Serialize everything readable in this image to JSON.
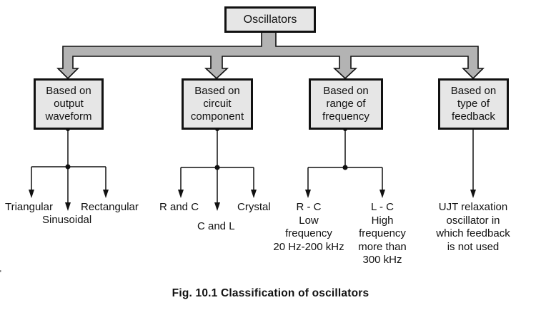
{
  "root": {
    "label": "Oscillators"
  },
  "categories": [
    {
      "label": "Based on\noutput\nwaveform",
      "children": [
        "Triangular",
        "Sinusoidal",
        "Rectangular"
      ]
    },
    {
      "label": "Based on\ncircuit\ncomponent",
      "children": [
        "R and C",
        "C and L",
        "Crystal"
      ]
    },
    {
      "label": "Based on\nrange of\nfrequency",
      "children": [
        "R - C\nLow\nfrequency\n20 Hz-200 kHz",
        "L - C\nHigh\nfrequency\nmore than\n300 kHz"
      ]
    },
    {
      "label": "Based on\ntype of\nfeedback",
      "children": [
        "UJT relaxation\noscillator in\nwhich feedback\nis not used"
      ]
    }
  ],
  "caption": "Fig. 10.1  Classification of oscillators",
  "colors": {
    "box_fill": "#e6e6e6",
    "connector_fill": "#b3b3b3",
    "stroke": "#111111"
  }
}
